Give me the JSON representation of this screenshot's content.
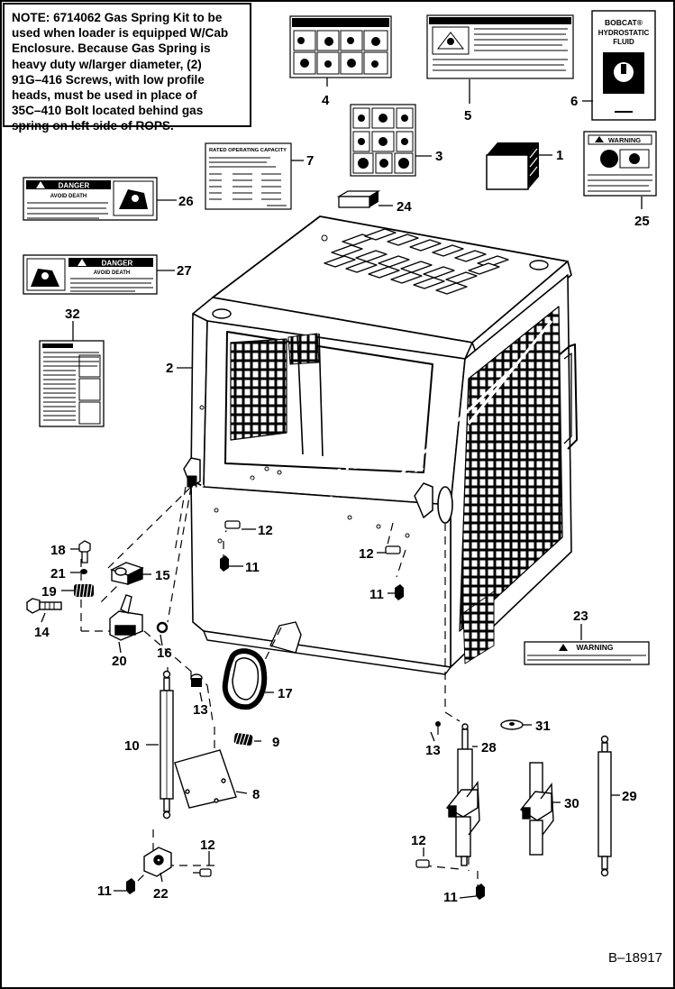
{
  "note": {
    "text": "NOTE: 6714062 Gas Spring Kit to be\nused when loader is equipped W/Cab\nEnclosure. Because Gas Spring is\nheavy duty w/larger diameter, (2)\n91G–416 Screws, with low profile\nheads, must be used in place of\n35C–410 Bolt located behind gas\nspring on left side of ROPS."
  },
  "figure_id": "B–18917",
  "decals": {
    "danger_word": "DANGER",
    "warning_word": "WARNING",
    "avoid_death": "AVOID DEATH",
    "hydro_brand": "BOBCAT®",
    "hydro_line1": "HYDROSTATIC",
    "hydro_line2": "FLUID",
    "rated_title": "RATED OPERATING CAPACITY"
  },
  "callouts": [
    {
      "id": "c1",
      "label": "1"
    },
    {
      "id": "c2",
      "label": "2"
    },
    {
      "id": "c3",
      "label": "3"
    },
    {
      "id": "c4",
      "label": "4"
    },
    {
      "id": "c5",
      "label": "5"
    },
    {
      "id": "c6",
      "label": "6"
    },
    {
      "id": "c7",
      "label": "7"
    },
    {
      "id": "c8",
      "label": "8"
    },
    {
      "id": "c9",
      "label": "9"
    },
    {
      "id": "c10",
      "label": "10"
    },
    {
      "id": "c11a",
      "label": "11"
    },
    {
      "id": "c11b",
      "label": "11"
    },
    {
      "id": "c11c",
      "label": "11"
    },
    {
      "id": "c11d",
      "label": "11"
    },
    {
      "id": "c12a",
      "label": "12"
    },
    {
      "id": "c12b",
      "label": "12"
    },
    {
      "id": "c12c",
      "label": "12"
    },
    {
      "id": "c12d",
      "label": "12"
    },
    {
      "id": "c13a",
      "label": "13"
    },
    {
      "id": "c13b",
      "label": "13"
    },
    {
      "id": "c14",
      "label": "14"
    },
    {
      "id": "c15",
      "label": "15"
    },
    {
      "id": "c16",
      "label": "16"
    },
    {
      "id": "c17",
      "label": "17"
    },
    {
      "id": "c18",
      "label": "18"
    },
    {
      "id": "c19",
      "label": "19"
    },
    {
      "id": "c20",
      "label": "20"
    },
    {
      "id": "c21",
      "label": "21"
    },
    {
      "id": "c22",
      "label": "22"
    },
    {
      "id": "c23",
      "label": "23"
    },
    {
      "id": "c24",
      "label": "24"
    },
    {
      "id": "c25",
      "label": "25"
    },
    {
      "id": "c26",
      "label": "26"
    },
    {
      "id": "c27",
      "label": "27"
    },
    {
      "id": "c28",
      "label": "28"
    },
    {
      "id": "c29",
      "label": "29"
    },
    {
      "id": "c30",
      "label": "30"
    },
    {
      "id": "c31",
      "label": "31"
    },
    {
      "id": "c32",
      "label": "32"
    }
  ]
}
